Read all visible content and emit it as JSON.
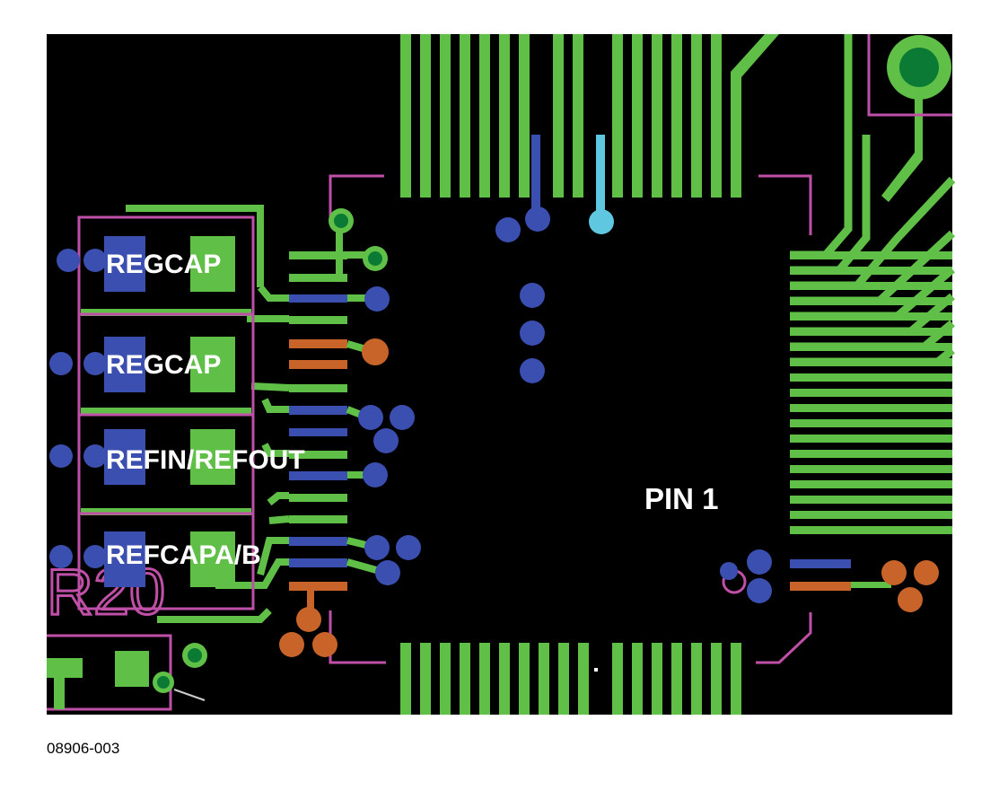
{
  "labels": {
    "regcap_1": "REGCAP",
    "regcap_2": "REGCAP",
    "refin_refout": "REFIN/REFOUT",
    "refcapa_b": "REFCAPA/B",
    "pin1": "PIN 1",
    "silkscreen_ref": "R20"
  },
  "figure_id": "08906-003",
  "colors": {
    "background": "#000000",
    "trace": "#5fbf47",
    "via_dark": "#0a7a34",
    "blue": "#3a4fb0",
    "light_blue": "#5fc8e0",
    "orange": "#c8642a",
    "silkscreen": "#c04fa8"
  }
}
